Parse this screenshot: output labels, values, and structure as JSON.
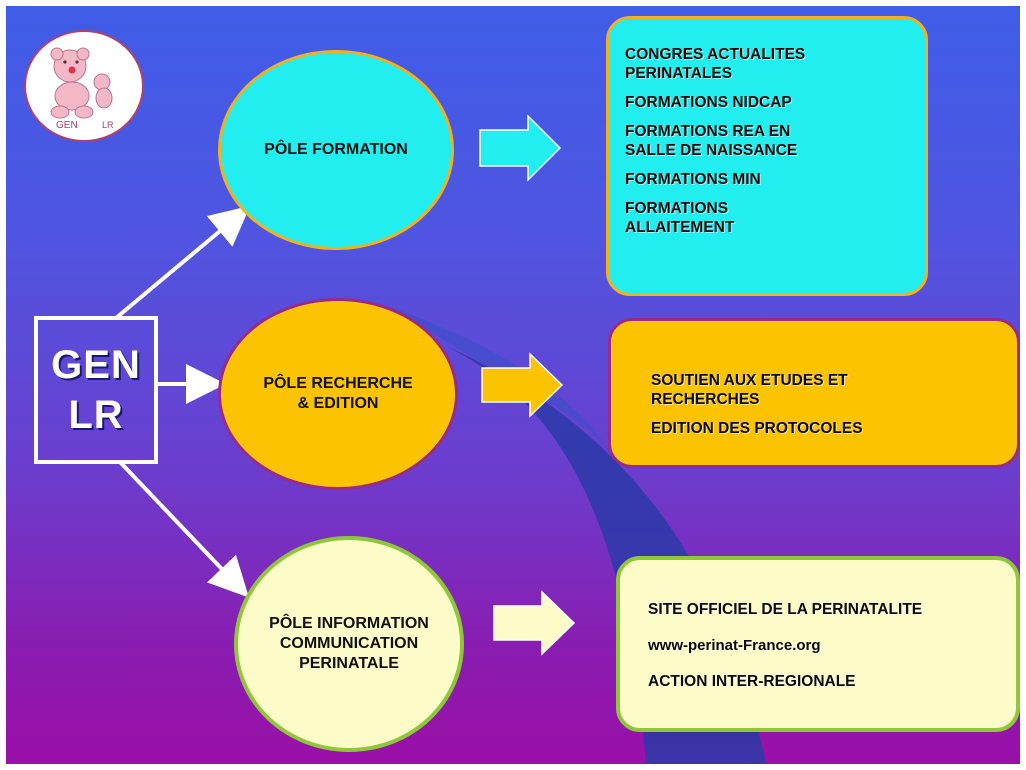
{
  "logo": {
    "icon": "teddy-bear-icon",
    "text_left": "GEN",
    "text_right": "LR"
  },
  "center": {
    "line1": "GEN",
    "line2": "LR"
  },
  "poles": [
    {
      "label": "PÔLE FORMATION",
      "fill": "#22eef0",
      "border": "#f0b020"
    },
    {
      "label": "PÔLE RECHERCHE\n& EDITION",
      "fill": "#fcc400",
      "border": "#9a2a8a"
    },
    {
      "label": "PÔLE INFORMATION\nCOMMUNICATION\nPERINATALE",
      "fill": "#fdfbc8",
      "border": "#8ec83a"
    }
  ],
  "boxes": [
    {
      "fill": "#22eef0",
      "border": "#f0b020",
      "items": [
        "CONGRES ACTUALITES\nPERINATALES",
        "FORMATIONS NIDCAP",
        "FORMATIONS REA EN\nSALLE DE NAISSANCE",
        "FORMATIONS MIN",
        "FORMATIONS\nALLAITEMENT"
      ]
    },
    {
      "fill": "#fcc400",
      "border": "#9a2a8a",
      "items": [
        "SOUTIEN AUX ETUDES ET\nRECHERCHES",
        "EDITION DES PROTOCOLES"
      ]
    },
    {
      "fill": "#fdfbc8",
      "border": "#8ec83a",
      "items": [
        "SITE OFFICIEL DE LA PERINATALITE",
        "www-perinat-France.org",
        "ACTION INTER-REGIONALE"
      ]
    }
  ],
  "colors": {
    "connector": "#ffffff",
    "background_top": "#3f5de8",
    "background_bottom": "#9a10a8"
  }
}
